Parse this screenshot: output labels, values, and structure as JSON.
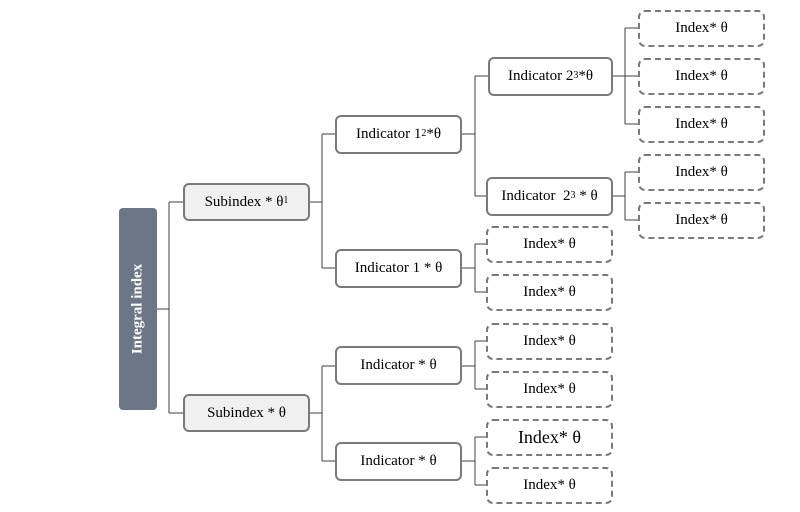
{
  "root": {
    "label": "Integral index"
  },
  "subindices": [
    {
      "label": "Subindex * θ",
      "sup": "1"
    },
    {
      "label": "Subindex * θ",
      "sup": ""
    }
  ],
  "indicators": [
    {
      "pre": "Indicator 1",
      "sup": "2",
      "post": " *θ"
    },
    {
      "pre": "Indicator 1 * θ",
      "sup": "",
      "post": ""
    },
    {
      "pre": "Indicator * θ",
      "sup": "",
      "post": ""
    },
    {
      "pre": "Indicator * θ",
      "sup": "",
      "post": ""
    }
  ],
  "subindicators": [
    {
      "pre": "Indicator 2",
      "sup": "3",
      "post": " *θ"
    },
    {
      "pre": "Indicator  2",
      "sup": "3",
      "post": " * θ"
    }
  ],
  "index_label": "Index* θ"
}
